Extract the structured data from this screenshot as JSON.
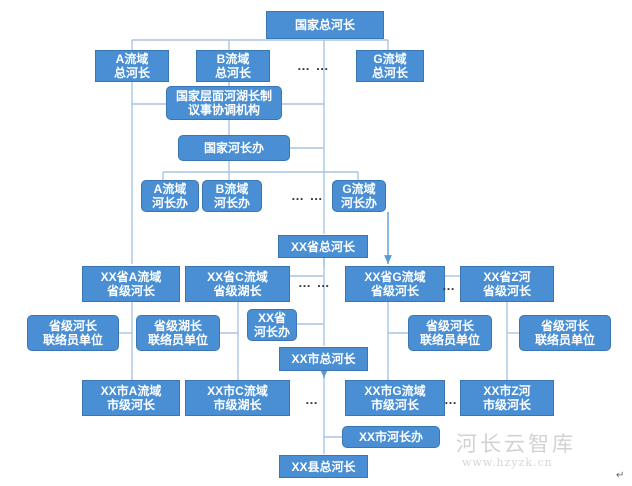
{
  "nodes": {
    "national_chief": "国家总河长",
    "basin_a_chief": "A流域\n总河长",
    "basin_b_chief": "B流域\n总河长",
    "basin_g_chief": "G流域\n总河长",
    "national_coord": "国家层面河湖长制\n议事协调机构",
    "national_office": "国家河长办",
    "basin_a_office": "A流域\n河长办",
    "basin_b_office": "B流域\n河长办",
    "basin_g_office": "G流域\n河长办",
    "prov_chief": "XX省总河长",
    "prov_a": "XX省A流域\n省级河长",
    "prov_c": "XX省C流域\n省级湖长",
    "prov_g": "XX省G流域\n省级河长",
    "prov_z": "XX省Z河\n省级河长",
    "liaison_river_1": "省级河长\n联络员单位",
    "liaison_lake": "省级湖长\n联络员单位",
    "prov_office": "XX省\n河长办",
    "liaison_river_2": "省级河长\n联络员单位",
    "liaison_river_3": "省级河长\n联络员单位",
    "city_chief": "XX市总河长",
    "city_a": "XX市A流域\n市级河长",
    "city_c": "XX市C流域\n市级湖长",
    "city_g": "XX市G流域\n市级河长",
    "city_z": "XX市Z河\n市级河长",
    "city_office": "XX市河长办",
    "county_chief": "XX县总河长"
  },
  "ellipsis": "… …",
  "ellipsis_short": "…",
  "watermark": {
    "title": "河长云智库",
    "url": "www.hzyzk.cn"
  },
  "paragraph_mark": "↵",
  "colors": {
    "box_fill": "#4a8fd3",
    "box_border": "#3a76b3",
    "connector": "#a9c4e4",
    "arrow": "#5b9bd5",
    "text": "#ffffff"
  }
}
